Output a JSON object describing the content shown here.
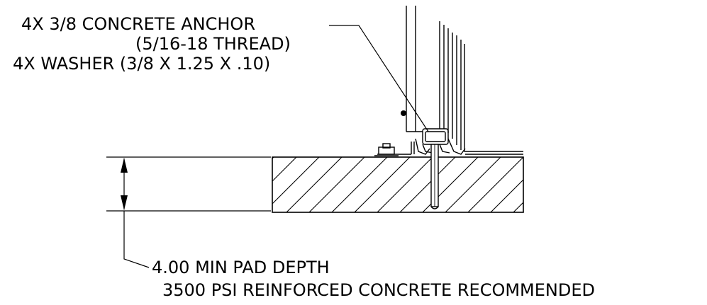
{
  "callouts": {
    "anchor_line1": "4X 3/8 CONCRETE ANCHOR",
    "anchor_line2": "(5/16-18 THREAD)",
    "anchor_line3": "4X WASHER (3/8 X 1.25 X .10)",
    "depth_line1": "4.00 MIN PAD DEPTH",
    "depth_line2": "3500 PSI REINFORCED CONCRETE RECOMMENDED"
  },
  "colors": {
    "ink": "#000000",
    "background": "#ffffff"
  }
}
